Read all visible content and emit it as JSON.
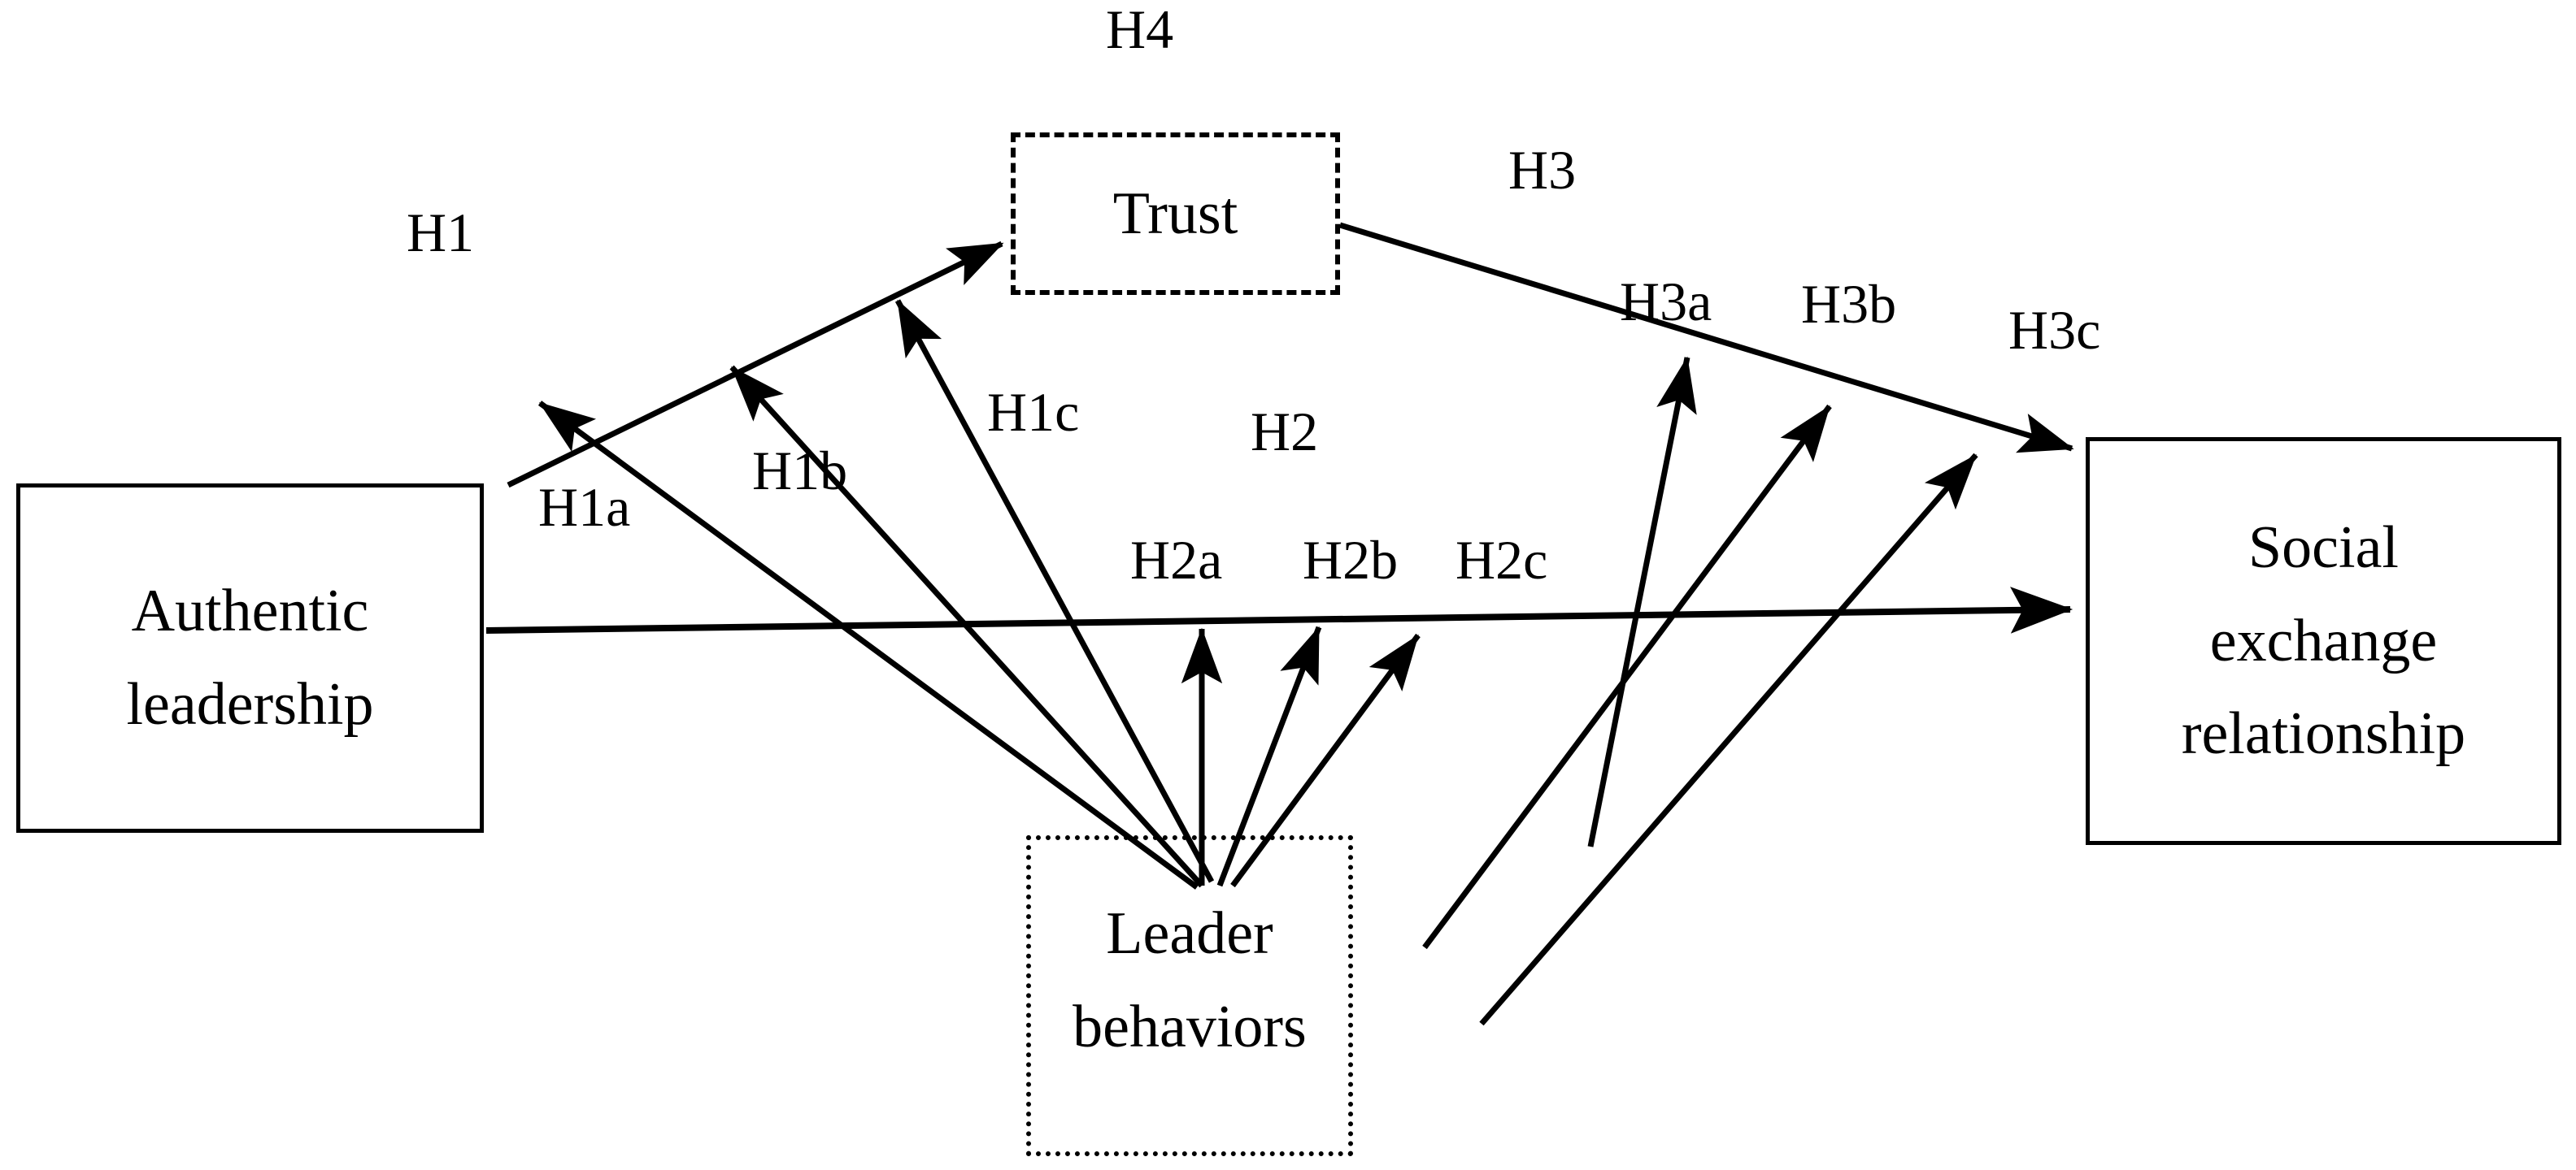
{
  "figure": {
    "kind": "conceptual-model-diagram",
    "background_color": "#ffffff",
    "line_color": "#000000"
  },
  "nodes": {
    "authentic_leadership": {
      "lines": [
        "Authentic",
        "leadership"
      ],
      "border_style": "solid"
    },
    "trust": {
      "lines": [
        "Trust"
      ],
      "border_style": "dashed"
    },
    "leader_behaviors": {
      "lines": [
        "Leader",
        "behaviors"
      ],
      "border_style": "dotted"
    },
    "social_exchange_relationship": {
      "lines": [
        "Social",
        "exchange",
        "relationship"
      ],
      "border_style": "solid"
    }
  },
  "hypotheses": {
    "h1": "H1",
    "h1a": "H1a",
    "h1b": "H1b",
    "h1c": "H1c",
    "h2": "H2",
    "h2a": "H2a",
    "h2b": "H2b",
    "h2c": "H2c",
    "h3": "H3",
    "h3a": "H3a",
    "h3b": "H3b",
    "h3c": "H3c",
    "h4": "H4"
  }
}
